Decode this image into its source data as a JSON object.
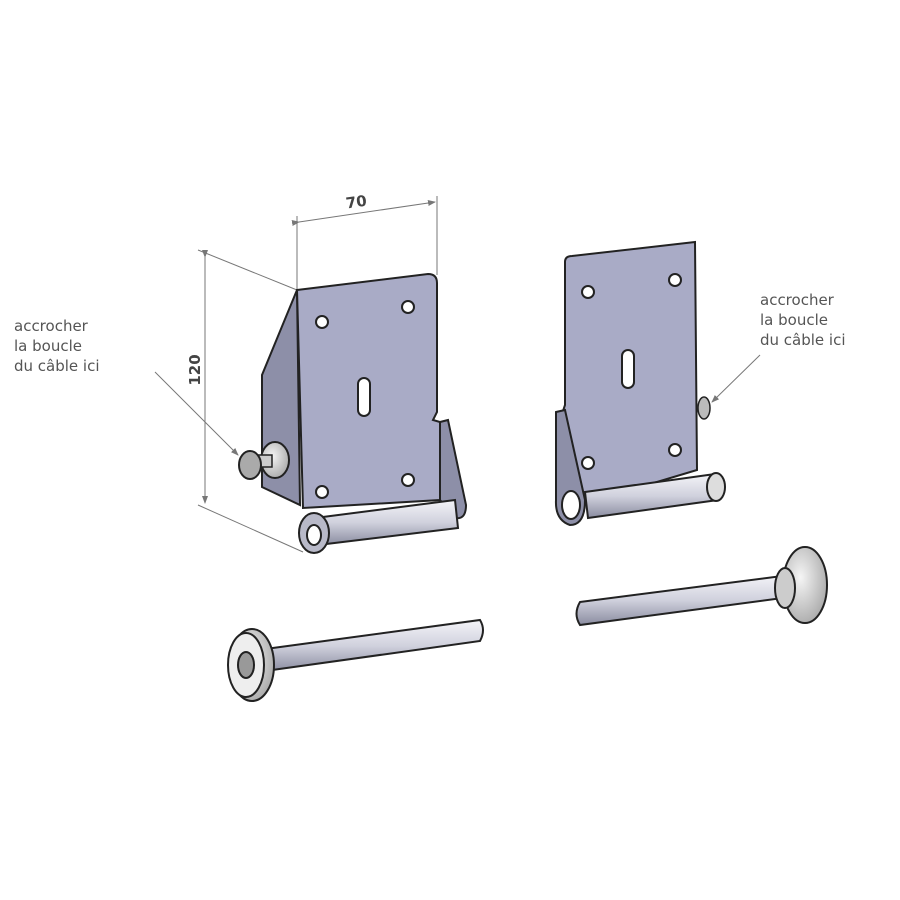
{
  "dimensions": {
    "width": "70",
    "height": "120"
  },
  "labels": {
    "left": [
      "accrocher",
      "la boucle",
      "du câble ici"
    ],
    "right": [
      "accrocher",
      "la boucle",
      "du câble ici"
    ]
  },
  "colors": {
    "metal": "#a9abc6",
    "outline": "#222222",
    "text": "#555555"
  }
}
